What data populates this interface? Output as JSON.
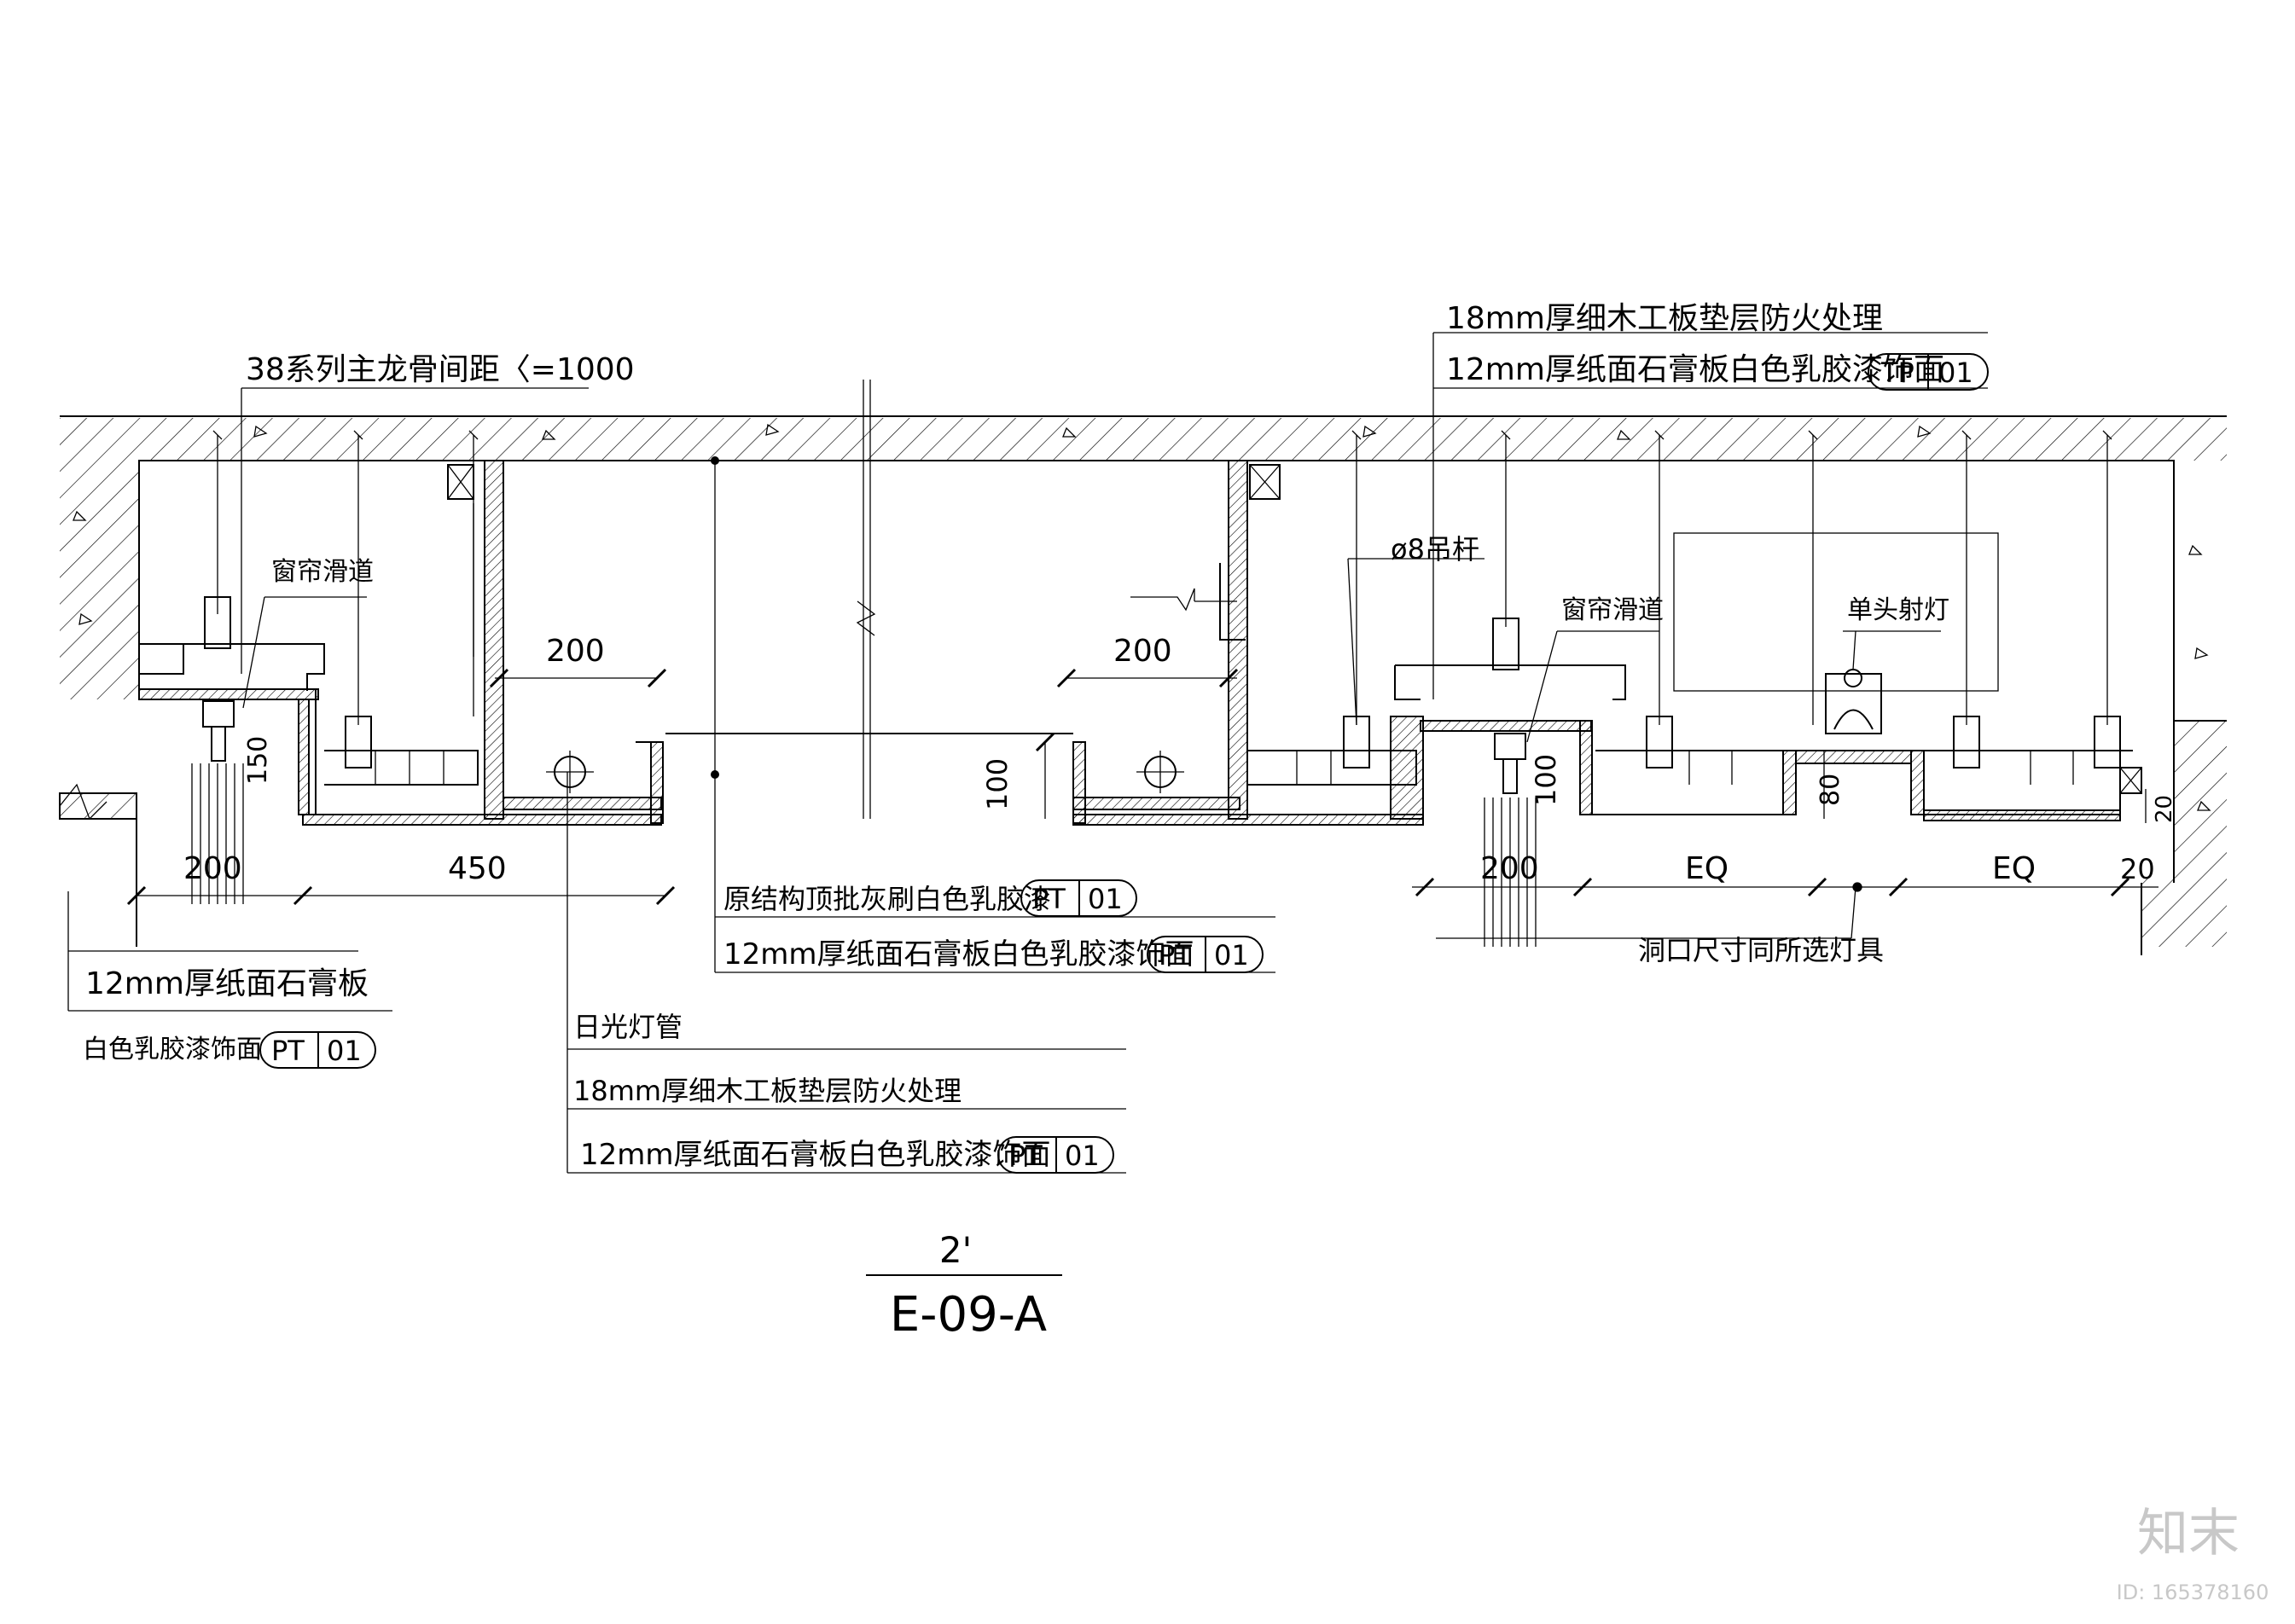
{
  "labels": {
    "main_keel": "38系列主龙骨间距〈=1000",
    "curtain_track_left": "窗帘滑道",
    "curtain_track_right": "窗帘滑道",
    "rod": "ø8吊杆",
    "spotlight": "单头射灯",
    "fluorescent": "日光灯管",
    "opening_note": "洞口尺寸同所选灯具"
  },
  "notes": {
    "top_right_1": "18mm厚细木工板垫层防火处理",
    "top_right_2": "12mm厚纸面石膏板白色乳胶漆饰面",
    "center_1": "原结构顶批灰刷白色乳胶漆",
    "center_2": "12mm厚纸面石膏板白色乳胶漆饰面",
    "left_1": "12mm厚纸面石膏板",
    "left_2": "白色乳胶漆饰面",
    "bottom_1": "18mm厚细木工板垫层防火处理",
    "bottom_2": "12mm厚纸面石膏板白色乳胶漆饰面"
  },
  "tags": {
    "tp01": [
      "TP",
      "01"
    ],
    "pt01": [
      "PT",
      "01"
    ]
  },
  "dimensions": {
    "d200_a": "200",
    "d200_b": "200",
    "d200_left": "200",
    "d450": "450",
    "d100_a": "100",
    "d100_b": "100",
    "d150": "150",
    "d200_right": "200",
    "eq_a": "EQ",
    "eq_b": "EQ",
    "d80": "80",
    "d20_a": "20",
    "d20_b": "20"
  },
  "drawing_ref": {
    "number": "2'",
    "sheet": "E-09-A"
  },
  "watermark": {
    "logo": "知末",
    "id": "ID: 165378160"
  }
}
